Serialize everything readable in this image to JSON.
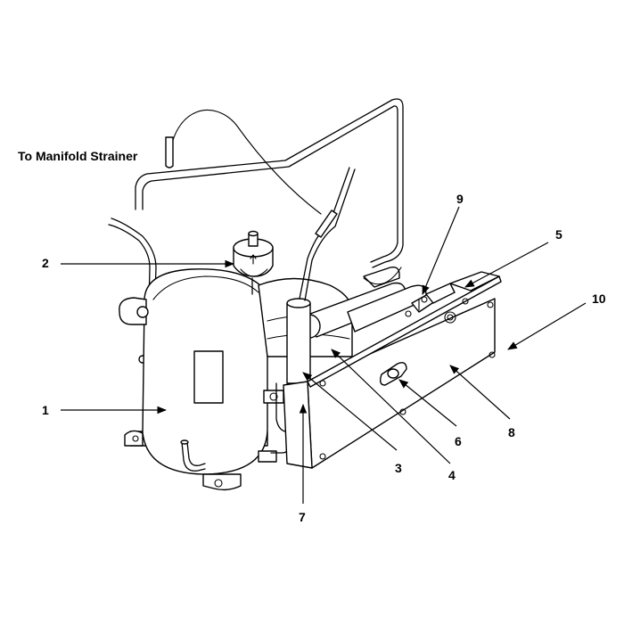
{
  "diagram": {
    "caption": "To Manifold Strainer",
    "callouts": [
      {
        "id": "1",
        "text": "1"
      },
      {
        "id": "2",
        "text": "2"
      },
      {
        "id": "3",
        "text": "3"
      },
      {
        "id": "4",
        "text": "4"
      },
      {
        "id": "5",
        "text": "5"
      },
      {
        "id": "6",
        "text": "6"
      },
      {
        "id": "7",
        "text": "7"
      },
      {
        "id": "8",
        "text": "8"
      },
      {
        "id": "9",
        "text": "9"
      },
      {
        "id": "10",
        "text": "10"
      }
    ]
  },
  "colors": {
    "line": "#000000",
    "background": "#ffffff"
  },
  "icons": [
    "arrowhead-icon"
  ]
}
